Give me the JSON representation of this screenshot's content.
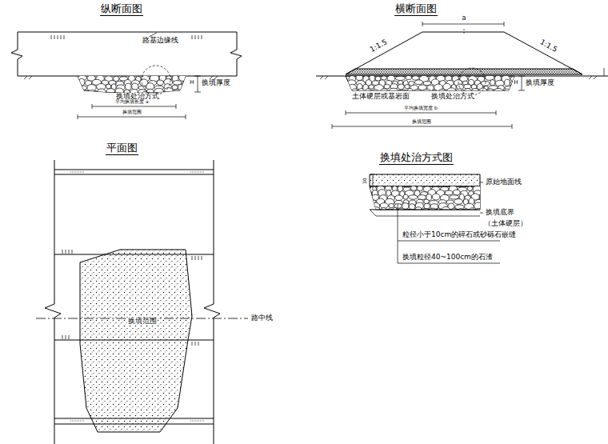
{
  "diagram": {
    "labels": [
      "纵断面图",
      "路基边缘线",
      "H",
      "换填厚度",
      "换填处治方式",
      "平均换填长度 a",
      "换填范围",
      "横断面图",
      "a",
      "1:1.5",
      "1:1.5",
      "H",
      "换填厚度",
      "土体硬层或基岩面",
      "换填处治方式",
      "平均换填宽度 b",
      "换填范围",
      "平面图",
      "换填范围",
      "路中线",
      "换填处治方式图",
      "30",
      "原始地面线",
      "换填底界",
      "（土体硬层）",
      "粒径小于10cm的碎石或砂砾石嵌缝",
      "换填粒径40~100cm的石渣"
    ]
  }
}
